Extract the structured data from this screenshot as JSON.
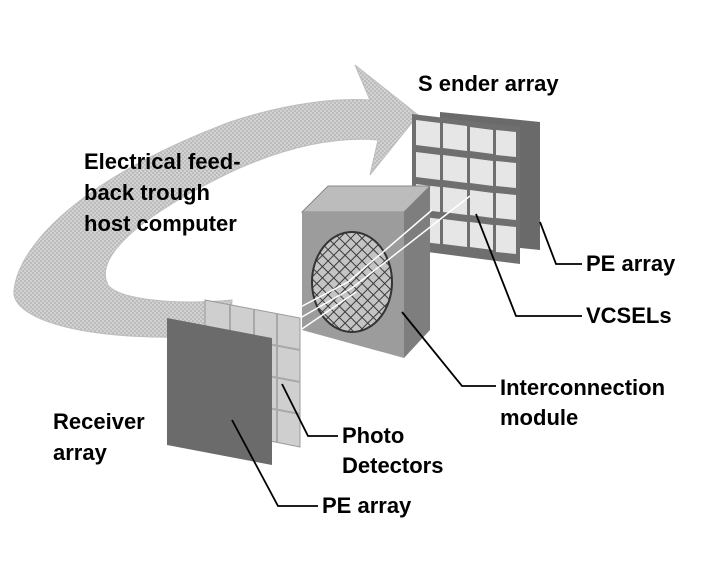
{
  "labels": {
    "sender_array": "S ender array",
    "feedback_line1": "Electrical feed-",
    "feedback_line2": "back trough",
    "feedback_line3": "host computer",
    "pe_array_top": "PE array",
    "vcsels": "VCSELs",
    "interconnection_line1": "Interconnection",
    "interconnection_line2": "module",
    "receiver_line1": "Receiver",
    "receiver_line2": "array",
    "photo_line1": "Photo",
    "photo_line2": "Detectors",
    "pe_array_bottom": "PE array"
  },
  "colors": {
    "background": "#ffffff",
    "feedback_arrow": "#c8c8c8",
    "pe_panel": "#6e6e6e",
    "cube_front": "#9a9a9a",
    "cube_top": "#bdbdbd",
    "cube_side": "#7e7e7e",
    "grid_cells": "#e4e4e4",
    "text": "#000000"
  }
}
